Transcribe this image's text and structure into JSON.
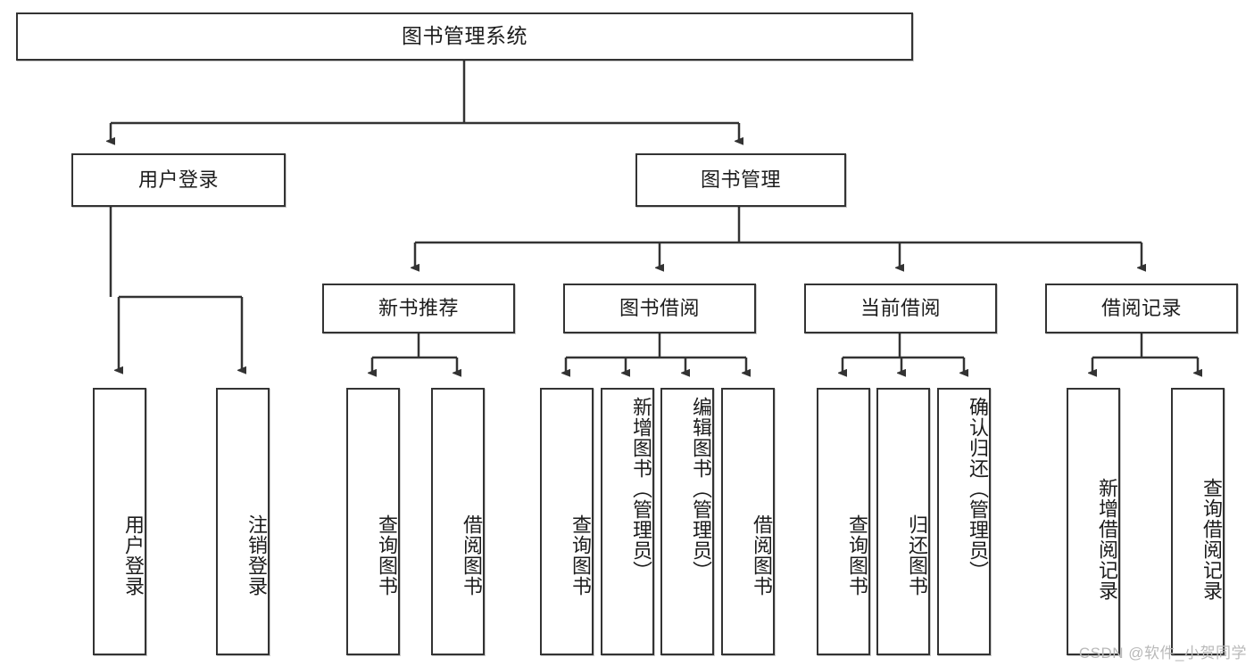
{
  "diagram": {
    "title": "图书管理系统",
    "type": "functional-structure-tree",
    "watermark": "CSDN @软件_小贺同学",
    "colors": {
      "stroke": "#333333",
      "fill": "#ffffff",
      "text": "#1c1c1c",
      "watermark": "#b9b9b9"
    },
    "root": {
      "label": "图书管理系统"
    },
    "level2": [
      {
        "label": "用户登录"
      },
      {
        "label": "图书管理"
      }
    ],
    "level3": [
      {
        "label": "新书推荐"
      },
      {
        "label": "图书借阅"
      },
      {
        "label": "当前借阅"
      },
      {
        "label": "借阅记录"
      }
    ],
    "leaves": {
      "user_login": [
        {
          "label": "用户登录"
        },
        {
          "label": "注销登录"
        }
      ],
      "new_book_recommend": [
        {
          "label": "查询图书"
        },
        {
          "label": "借阅图书"
        }
      ],
      "book_borrow": [
        {
          "label": "查询图书"
        },
        {
          "label": "新增图书（管理员）"
        },
        {
          "label": "编辑图书（管理员）"
        },
        {
          "label": "借阅图书"
        }
      ],
      "current_borrow": [
        {
          "label": "查询图书"
        },
        {
          "label": "归还图书"
        },
        {
          "label": "确认归还（管理员）"
        }
      ],
      "borrow_record": [
        {
          "label": "新增借阅记录"
        },
        {
          "label": "查询借阅记录"
        }
      ]
    }
  }
}
